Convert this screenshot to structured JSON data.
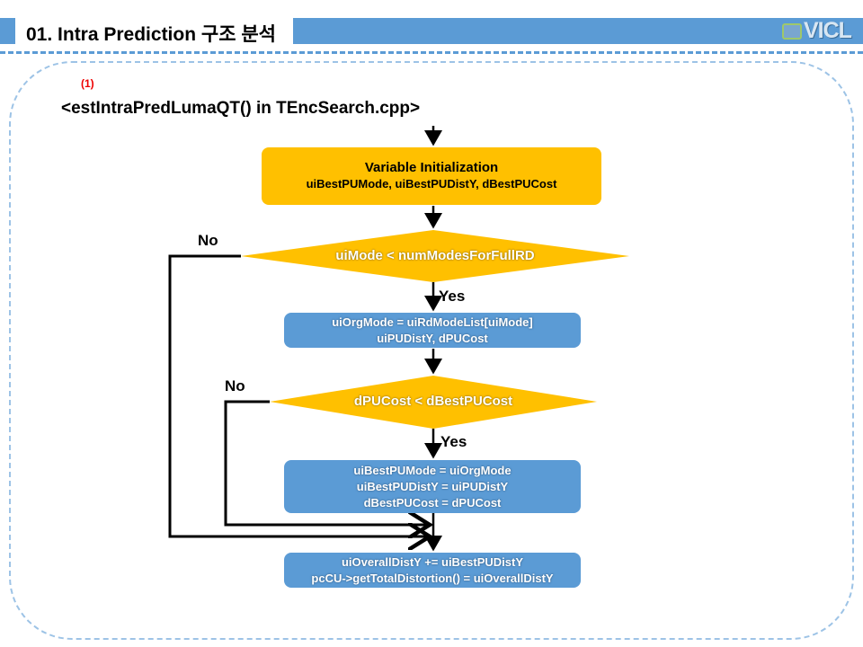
{
  "header": {
    "title": "01. Intra Prediction 구조 분석",
    "logo": "VICL"
  },
  "ref_marker": "(1)",
  "function_title": "<estIntraPredLumaQT() in TEncSearch.cpp>",
  "flowchart": {
    "init": {
      "title": "Variable Initialization",
      "vars": "uiBestPUMode, uiBestPUDistY, dBestPUCost"
    },
    "cond1": {
      "text": "uiMode  <  numModesForFullRD",
      "yes": "Yes",
      "no": "No"
    },
    "step1": {
      "line1": "uiOrgMode = uiRdModeList[uiMode]",
      "line2": "uiPUDistY, dPUCost"
    },
    "cond2": {
      "text": "dPUCost  <  dBestPUCost",
      "yes": "Yes",
      "no": "No"
    },
    "step2": {
      "line1": "uiBestPUMode  = uiOrgMode",
      "line2": "uiBestPUDistY = uiPUDistY",
      "line3": "dBestPUCost  = dPUCost"
    },
    "step3": {
      "line1": "uiOverallDistY += uiBestPUDistY",
      "line2": "pcCU->getTotalDistortion() = uiOverallDistY"
    }
  },
  "colors": {
    "accent": "#5b9bd5",
    "decision": "#ffc000"
  }
}
